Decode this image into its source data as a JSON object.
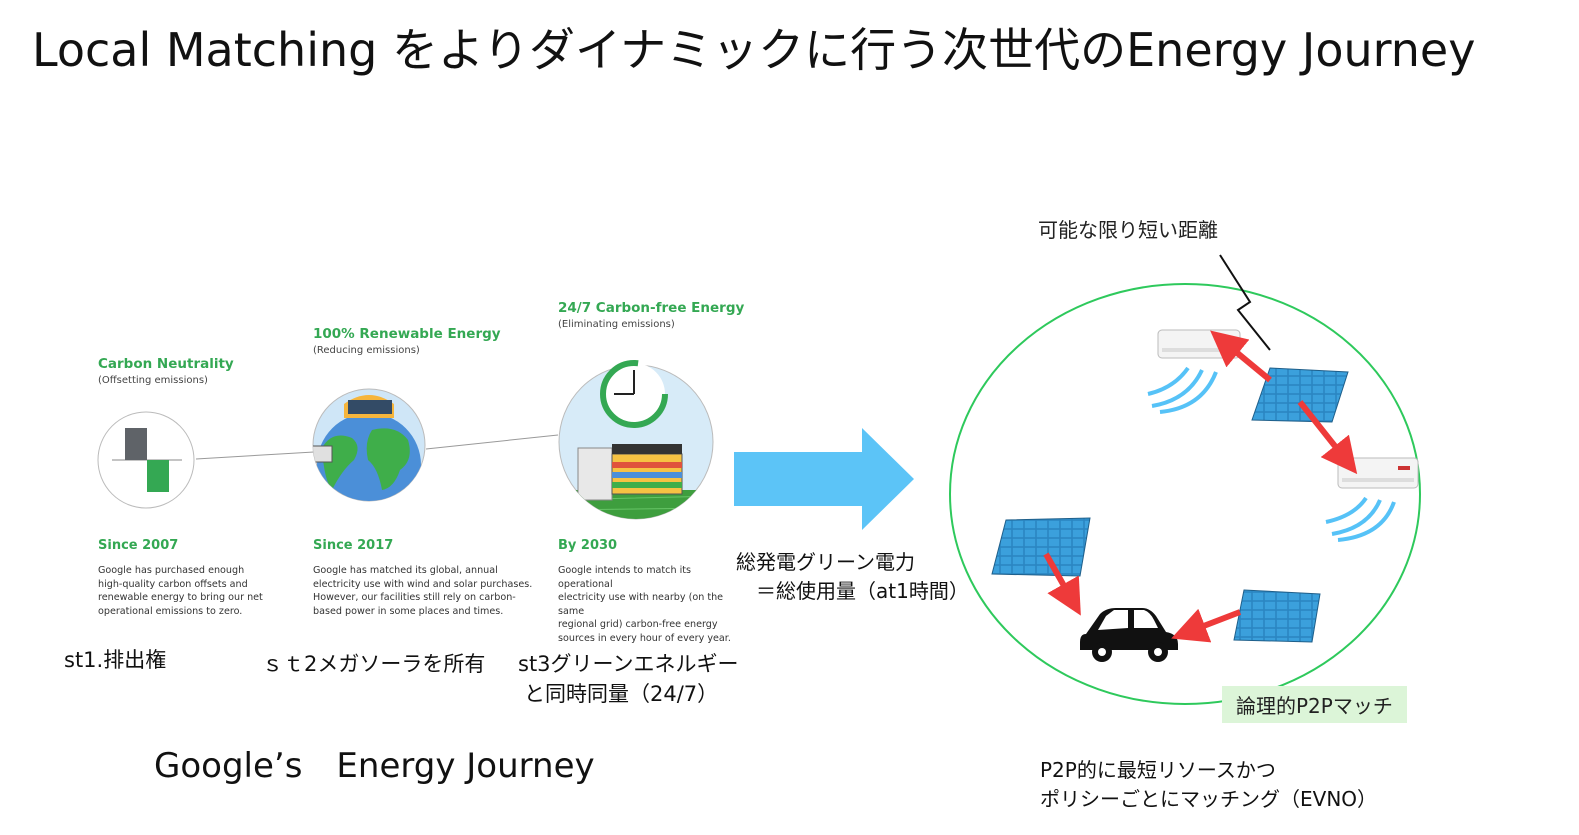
{
  "title": "Local Matching をよりダイナミックに行う次世代のEnergy Journey",
  "stages": [
    {
      "heading": "Carbon Neutrality",
      "subheading": "(Offsetting emissions)",
      "since": "Since 2007",
      "description": "Google has purchased enough\nhigh-quality carbon offsets and\nrenewable energy to bring our net\noperational emissions to zero."
    },
    {
      "heading": "100% Renewable Energy",
      "subheading": "(Reducing emissions)",
      "since": "Since 2017",
      "description": "Google has matched its global, annual\nelectricity use with wind and solar purchases.\nHowever, our facilities still rely on carbon-\nbased power in some places and times."
    },
    {
      "heading": "24/7 Carbon-free Energy",
      "subheading": "(Eliminating emissions)",
      "since": "By 2030",
      "description": "Google intends to match its operational\nelectricity use with nearby (on the same\nregional grid) carbon-free energy\nsources in every hour of every year."
    }
  ],
  "step_captions": {
    "st1": "st1.排出権",
    "st2": "ｓｔ2メガソーラを所有",
    "st3_line1": "st3グリーンエネルギー",
    "st3_line2": "と同時同量（24/7）"
  },
  "footer_caption": "Google’s　Energy Journey",
  "arrow_note": "総発電グリーン電力\n　＝総使用量（at1時間）",
  "distance_label": "可能な限り短い距離",
  "logical_match_label": "論理的P2Pマッチ",
  "bottom_note": "P2P的に最短リソースかつ\nポリシーごとにマッチング（EVNO）",
  "colors": {
    "accent_green": "#34a853",
    "ring_green": "#2ec95c",
    "arrow_blue": "#5cc4f7",
    "match_red": "#ee3a3a",
    "panel_blue": "#2a86c2",
    "badge_bg": "#dcf5d8"
  },
  "icons": [
    "offset-chart-icon",
    "globe-solar-icon",
    "clock-datacenter-icon",
    "air-conditioner-icon",
    "solar-panel-icon",
    "car-icon",
    "arrow-right-icon"
  ]
}
